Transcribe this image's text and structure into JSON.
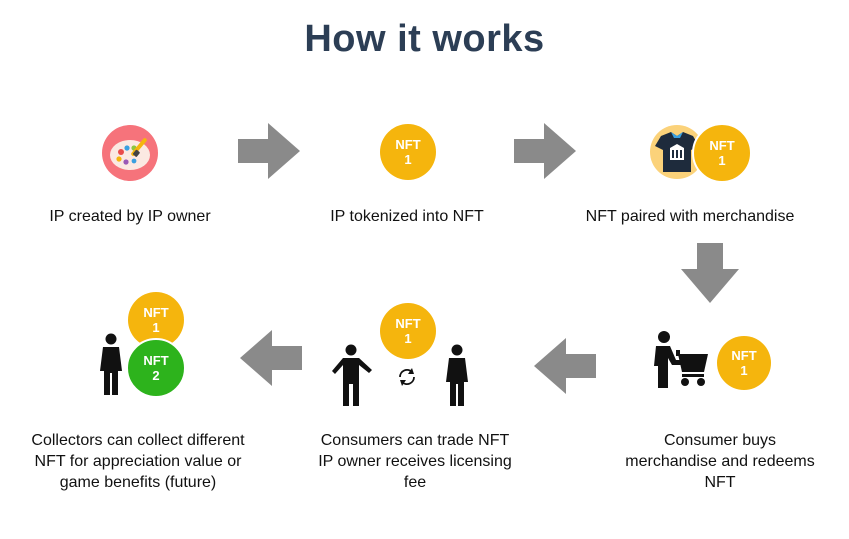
{
  "title": "How it works",
  "nft_badge": {
    "text": "NFT",
    "color_yellow": "#f5b50d",
    "color_green": "#2db31c",
    "text_color": "#ffffff"
  },
  "arrow_color": "#8a8a8a",
  "steps": [
    {
      "label_lines": [
        "IP created by IP owner"
      ],
      "icon": "palette-icon",
      "nft_numbers": []
    },
    {
      "label_lines": [
        "IP tokenized into NFT"
      ],
      "icon": "nft-token-icon",
      "nft_numbers": [
        "1"
      ]
    },
    {
      "label_lines": [
        "NFT paired with merchandise"
      ],
      "icon": "tshirt-icon",
      "nft_numbers": [
        "1"
      ]
    },
    {
      "label_lines": [
        "Consumer buys",
        "merchandise and redeems",
        "NFT"
      ],
      "icon": "shopping-cart-icon",
      "nft_numbers": [
        "1"
      ]
    },
    {
      "label_lines": [
        "Consumers can trade NFT",
        "IP owner receives licensing",
        "fee"
      ],
      "icon": "person-trade-icon",
      "nft_numbers": [
        "1"
      ]
    },
    {
      "label_lines": [
        "Collectors can collect different",
        "NFT for appreciation value or",
        "game benefits (future)"
      ],
      "icon": "person-icon",
      "nft_numbers": [
        "1",
        "2"
      ]
    }
  ]
}
